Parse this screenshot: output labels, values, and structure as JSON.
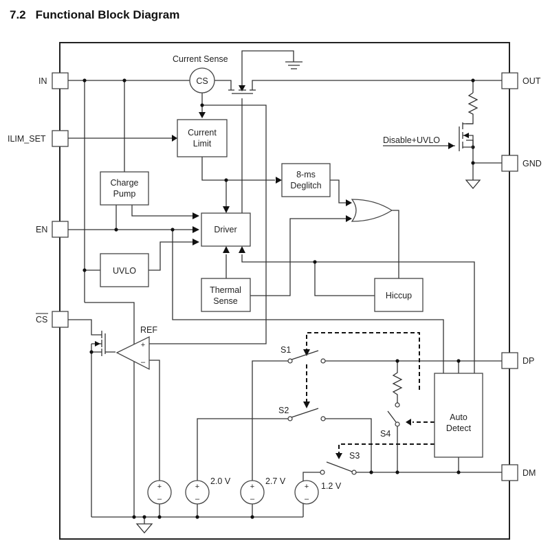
{
  "heading": {
    "number": "7.2",
    "title": "Functional Block Diagram"
  },
  "pins": {
    "in": "IN",
    "ilim_set": "ILIM_SET",
    "en": "EN",
    "cs_bar": "CS",
    "out": "OUT",
    "gnd": "GND",
    "dp": "DP",
    "dm": "DM"
  },
  "blocks": {
    "current_sense_label": "Current Sense",
    "cs": "CS",
    "current_limit": [
      "Current",
      "Limit"
    ],
    "charge_pump": [
      "Charge",
      "Pump"
    ],
    "driver": "Driver",
    "deglitch": [
      "8-ms",
      "Deglitch"
    ],
    "uvlo": "UVLO",
    "thermal_sense": [
      "Thermal",
      "Sense"
    ],
    "hiccup": "Hiccup",
    "auto_detect": [
      "Auto",
      "Detect"
    ],
    "ref": "REF",
    "disable_uvlo": "Disable+UVLO"
  },
  "switches": {
    "s1": "S1",
    "s2": "S2",
    "s3": "S3",
    "s4": "S4"
  },
  "sources": {
    "v1": "2.0 V",
    "v2": "2.7 V",
    "v3": "1.2 V",
    "plus": "+",
    "minus": "–"
  }
}
